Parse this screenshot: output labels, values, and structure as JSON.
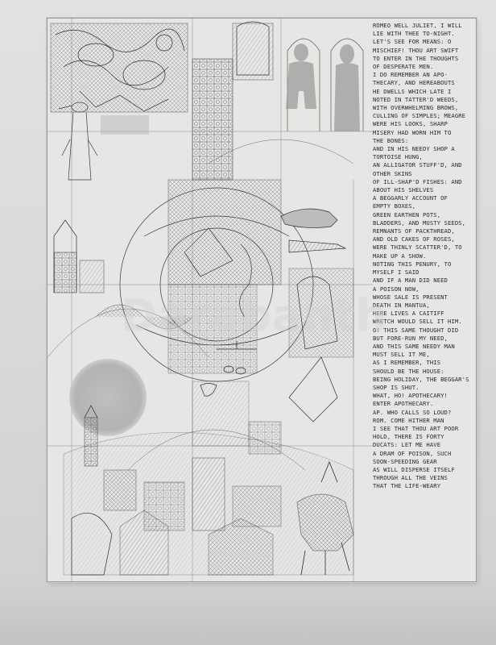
{
  "print": {
    "text_lines": [
      "ROMEO WELL JULIET, I WILL",
      "LIE WITH THEE TO-NIGHT.",
      "LET'S SEE FOR MEANS: O",
      "MISCHIEF! THOU ART SWIFT",
      "TO ENTER IN THE THOUGHTS",
      "OF DESPERATE MEN.",
      "I DO REMEMBER AN APO-",
      "THECARY, AND HEREABOUTS",
      "HE DWELLS WHICH LATE I",
      "NOTED IN TATTER'D WEEDS,",
      "WITH OVERWHELMING BROWS,",
      "CULLING OF SIMPLES; MEAGRE",
      "WERE HIS LOOKS, SHARP",
      "MISERY HAD WORN HIM TO",
      "THE BONES:",
      "AND IN HIS NEEDY SHOP A",
      "TORTOISE HUNG,",
      "AN ALLIGATOR STUFF'D, AND",
      "OTHER SKINS",
      "OF ILL-SHAP'D FISHES: AND",
      "ABOUT HIS SHELVES",
      "A BEGGARLY ACCOUNT OF",
      "EMPTY BOXES,",
      "GREEN EARTHEN POTS,",
      "BLADDERS, AND MUSTY SEEDS,",
      "REMNANTS OF PACKTHREAD,",
      "AND OLD CAKES OF ROSES,",
      "WERE THINLY SCATTER'D, TO",
      "MAKE UP A SHOW.",
      "NOTING THIS PENURY, TO",
      "MYSELF I SAID",
      "AND IF A MAN DID NEED",
      "A POISON NOW,",
      "WHOSE SALE IS PRESENT",
      "DEATH IN MANTUA,",
      "HERE LIVES A CAITIFF",
      "WRETCH WOULD SELL IT HIM.",
      "O! THIS SAME THOUGHT DID",
      "BUT FORE-RUN MY NEED,",
      "AND THIS SAME NEEDY MAN",
      "MUST SELL IT ME,",
      "AS I REMEMBER, THIS",
      "SHOULD BE THE HOUSE:",
      "BEING HOLIDAY, THE BEGGAR'S",
      "SHOP IS SHUT.",
      "WHAT, HO! APOTHECARY!",
      "ENTER APOTHECARY.",
      "AP. WHO CALLS SO LOUD?",
      "ROM. COME HITHER MAN",
      "I SEE THAT THOU ART POOR",
      "HOLD, THERE IS FORTY",
      "DUCATS: LET ME HAVE",
      "A DRAM OF POISON, SUCH",
      "SOON-SPEEDING GEAR",
      "AS WILL DISPERSE ITSELF",
      "THROUGH ALL THE VEINS",
      "THAT THE LIFE-WEARY"
    ],
    "watermark": "Darabanth",
    "colors": {
      "paper": "#e6e6e4",
      "ink": "#2a2a2a",
      "wash": "#9c9c9a"
    }
  }
}
